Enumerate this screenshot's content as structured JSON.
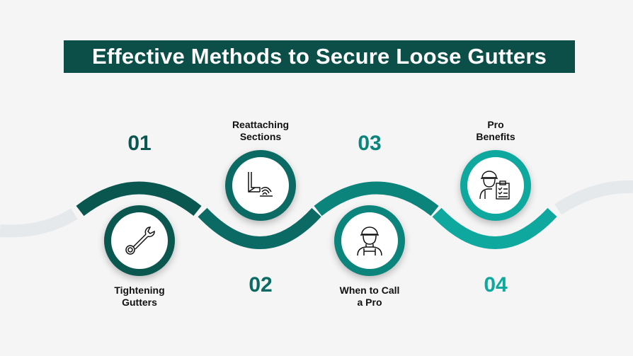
{
  "title": "Effective Methods to Secure Loose Gutters",
  "steps": [
    {
      "number": "01",
      "label_1": "Tightening",
      "label_2": "Gutters",
      "icon": "wrench-icon",
      "color": "#0a5750"
    },
    {
      "number": "02",
      "label_1": "Reattaching",
      "label_2": "Sections",
      "icon": "gutter-downspout-icon",
      "color": "#0b6b64"
    },
    {
      "number": "03",
      "label_1": "When to Call",
      "label_2": "a Pro",
      "icon": "worker-icon",
      "color": "#0b847c"
    },
    {
      "number": "04",
      "label_1": "Pro",
      "label_2": "Benefits",
      "icon": "worker-clipboard-icon",
      "color": "#0ea89e"
    }
  ]
}
